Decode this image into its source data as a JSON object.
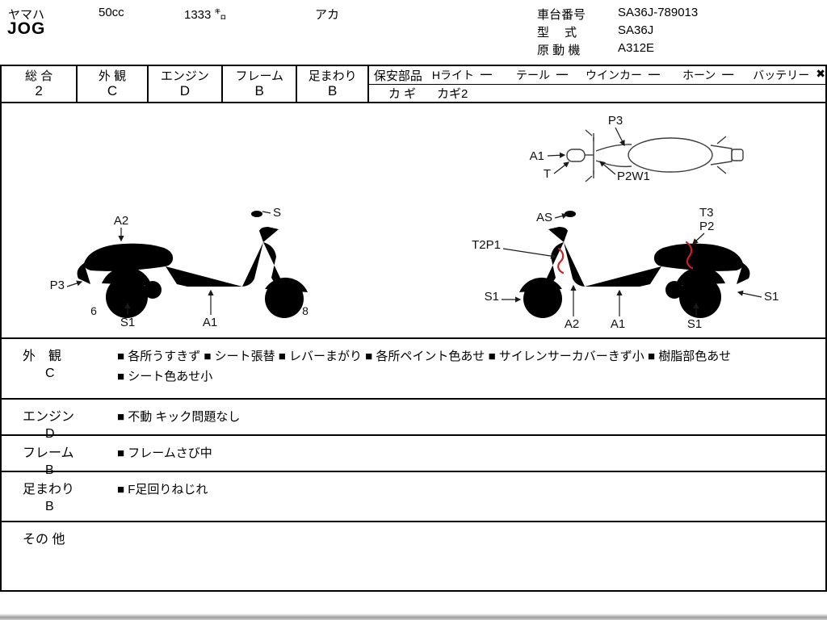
{
  "header": {
    "maker": "ヤマハ",
    "displacement": "50cc",
    "mileage": "1333 ㌔",
    "color": "アカ",
    "model": "JOG",
    "chassis_label": "車台番号",
    "chassis_no": "SA36J-789013",
    "type_label": "型　 式",
    "type_no": "SA36J",
    "engine_label": "原 動 機",
    "engine_no": "A312E"
  },
  "ratings": [
    {
      "label": "総 合",
      "value": "2"
    },
    {
      "label": "外 観",
      "value": "C"
    },
    {
      "label": "エンジン",
      "value": "D"
    },
    {
      "label": "フレーム",
      "value": "B"
    },
    {
      "label": "足まわり",
      "value": "B"
    }
  ],
  "safety": {
    "label": "保安部品",
    "items": [
      {
        "name": "Hライト",
        "status": "—"
      },
      {
        "name": "テール",
        "status": "—"
      },
      {
        "name": "ウインカー",
        "status": "—"
      },
      {
        "name": "ホーン",
        "status": "—"
      },
      {
        "name": "バッテリー",
        "status": "✖"
      }
    ],
    "key_label": "カ ギ",
    "key_value": "カギ2"
  },
  "diagram": {
    "top_view": {
      "p3": "P3",
      "a1": "A1",
      "t": "T",
      "p2w1": "P2W1"
    },
    "left_view": {
      "a2": "A2",
      "s": "S",
      "p3": "P3",
      "n6": "6",
      "s1_rear": "S1",
      "a1": "A1",
      "n8": "8"
    },
    "right_view": {
      "as": "AS",
      "t3": "T3",
      "p2": "P2",
      "t2p1": "T2P1",
      "s1_front": "S1",
      "s1_tail": "S1",
      "a2": "A2",
      "a1": "A1",
      "s1_rear": "S1"
    }
  },
  "colors": {
    "damage_mark": "#c82121"
  },
  "comments": [
    {
      "label": "外　観",
      "grade": "C",
      "text": "■ 各所うすきず ■ シート張替 ■ レバーまがり ■ 各所ペイント色あせ ■ サイレンサーカバーきず小 ■ 樹脂部色あせ ■ シート色あせ小"
    },
    {
      "label": "エンジン",
      "grade": "D",
      "text": "■ 不動 キック問題なし"
    },
    {
      "label": "フレーム",
      "grade": "B",
      "text": "■ フレームさび中"
    },
    {
      "label": "足まわり",
      "grade": "B",
      "text": "■ F足回りねじれ"
    },
    {
      "label": "その 他",
      "grade": "",
      "text": ""
    }
  ]
}
